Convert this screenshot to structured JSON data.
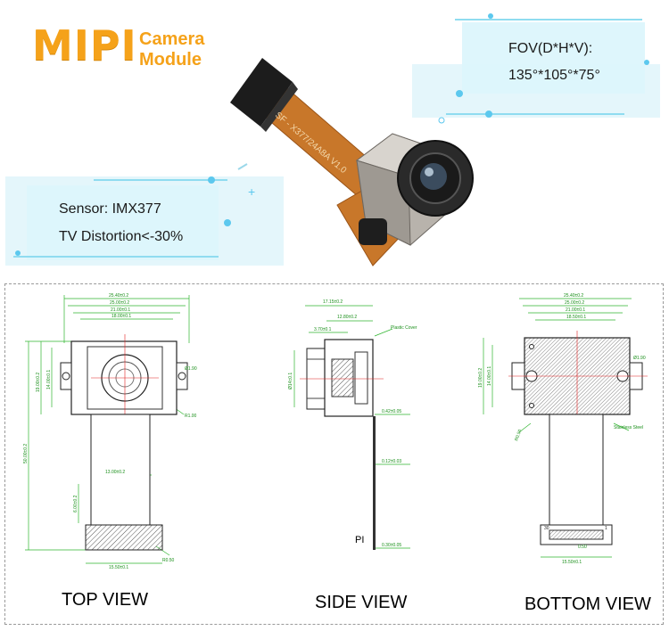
{
  "logo": {
    "title": "MIPI",
    "subtitle_line1": "Camera",
    "subtitle_line2": "Module"
  },
  "callouts": {
    "fov": {
      "line1": "FOV(D*H*V):",
      "line2": "135°*105°*75°"
    },
    "sensor": {
      "line1": "Sensor: IMX377",
      "line2": "TV Distortion<-30%"
    }
  },
  "module": {
    "fpc_marking": "SF - X377/24A8A V1.0"
  },
  "views": {
    "top": {
      "label": "TOP VIEW",
      "dims": {
        "overall_width": "25.40±0.2",
        "width_2": "25.00±0.2",
        "width_3": "21.00±0.1",
        "width_4": "18.00±0.1",
        "height_1": "19.00±0.2",
        "height_2": "14.00±0.1",
        "total_length": "50.00±0.2",
        "fpc_width": "13.00±0.2",
        "stiffener_length": "6.00±0.2",
        "connector_width": "15.50±0.1",
        "hole": "Ø1.90",
        "corner": "R1.00",
        "tail_radius": "R0.50"
      }
    },
    "side": {
      "label": "SIDE VIEW",
      "pi_label": "PI",
      "dims": {
        "overall": "17.15±0.2",
        "d1": "12.80±0.2",
        "d2": "3.70±0.1",
        "lens_dia": "Ø14±0.1",
        "t1": "0.42±0.05",
        "t2": "0.12±0.03",
        "t3": "0.30±0.05",
        "note": "Plastic Cover"
      }
    },
    "bottom": {
      "label": "BOTTOM VIEW",
      "dims": {
        "w1": "25.40±0.2",
        "w2": "25.00±0.2",
        "w3": "21.00±0.1",
        "w4": "18.50±0.1",
        "h1": "19.00±0.2",
        "h2": "14.00±0.1",
        "hole": "Ø1.90",
        "corner": "R0.50",
        "steel_note": "Stainless Steel",
        "pin_start": "30",
        "pin_end": "1",
        "pitch": "0.50",
        "connector_width": "15.50±0.1"
      }
    }
  },
  "colors": {
    "accent": "#f5a21a",
    "dimension_line": "#2fb52f",
    "center_line": "#e02020",
    "callout_bg": "#d6f2f9",
    "fpc": "#c8772a"
  }
}
